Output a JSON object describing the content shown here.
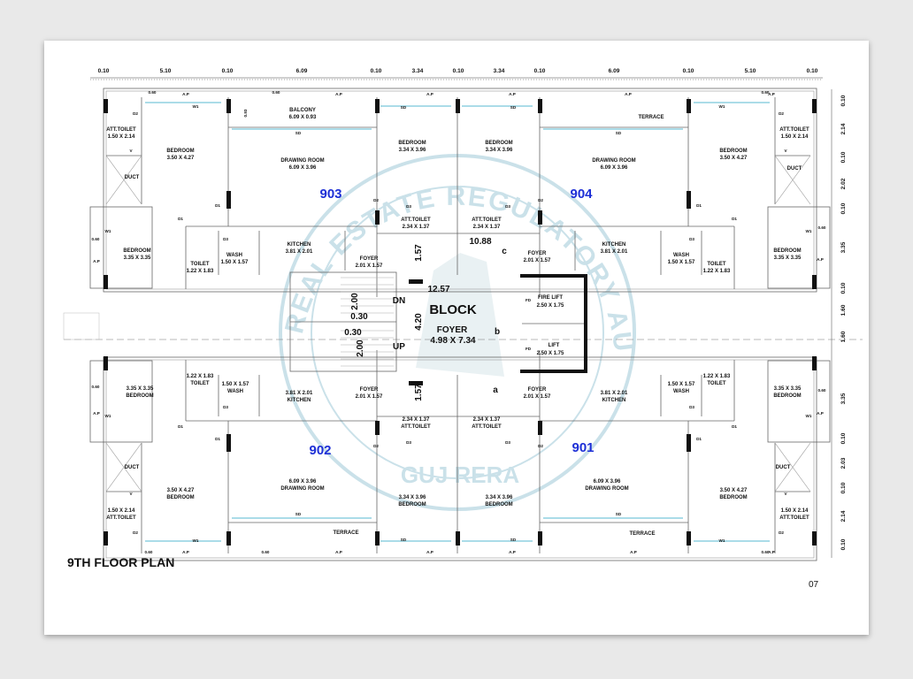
{
  "title": "9TH FLOOR PLAN",
  "page_number": "07",
  "top_dimensions": [
    "0.10",
    "5.10",
    "0.10",
    "6.09",
    "0.10",
    "3.34",
    "0.10",
    "3.34",
    "0.10",
    "6.09",
    "0.10",
    "5.10",
    "0.10"
  ],
  "right_dimensions": [
    "0.10",
    "2.14",
    "0.10",
    "2.02",
    "0.10",
    "3.35",
    "0.10",
    "1.60",
    "1.60",
    "3.35",
    "0.10",
    "2.03",
    "0.10",
    "2.14",
    "0.10"
  ],
  "flats": {
    "f903": "903",
    "f904": "904",
    "f902": "902",
    "f901": "901"
  },
  "block": {
    "label": "BLOCK",
    "foyer": "FOYER",
    "foyer_size": "4.98 X 7.34",
    "width": "12.57",
    "span": "10.88",
    "vert_1": "1.57",
    "vert_2": "4.20",
    "vert_3": "1.57",
    "c": "c",
    "b": "b",
    "a": "a"
  },
  "stairs": {
    "dn": "DN",
    "up": "UP",
    "d1": "2.00",
    "d2": "0.30",
    "d3": "0.30",
    "d4": "2.00"
  },
  "lift": {
    "fire_lift": "FIRE LIFT",
    "fire_lift_size": "2.50 X 1.75",
    "lift": "LIFT",
    "lift_size": "2.50 X 1.75",
    "fd": "FD"
  },
  "rooms": {
    "att_toilet": "ATT.TOILET",
    "att_toilet_size": "1.50 X 2.14",
    "bedroom": "BEDROOM",
    "bedroom_size_a": "3.50 X 4.27",
    "bedroom_size_b": "3.34 X 3.96",
    "bedroom_size_c": "3.35 X 3.35",
    "balcony": "BALCONY",
    "balcony_size": "6.09 X 0.93",
    "drawing_room": "DRAWING ROOM",
    "drawing_room_size": "6.09 X 3.96",
    "terrace": "TERRACE",
    "duct": "DUCT",
    "att_toilet_small": "ATT.TOILET",
    "att_toilet_small_size": "2.34 X 1.37",
    "kitchen": "KITCHEN",
    "kitchen_size": "3.81 X 2.01",
    "foyer": "FOYER",
    "foyer_size": "2.01 X 1.57",
    "wash": "WASH",
    "wash_size": "1.50 X 1.57",
    "toilet": "TOILET",
    "toilet_size": "1.22 X 1.83"
  },
  "labels": {
    "ap": "A.P",
    "sd": "SD",
    "w1": "W1",
    "d1": "D1",
    "d2": "D2",
    "d3": "D3",
    "v": "V",
    "d0_60": "0.60",
    "d0_93": "0.93"
  },
  "watermark": {
    "top": "GUJARAT REAL ESTATE REGULATORY AUTHORITY",
    "bottom": "GUJ RERA"
  },
  "colors": {
    "unit_number": "#1d2fd6",
    "window": "#8fd0e0",
    "watermark": "#9fc9d8"
  }
}
